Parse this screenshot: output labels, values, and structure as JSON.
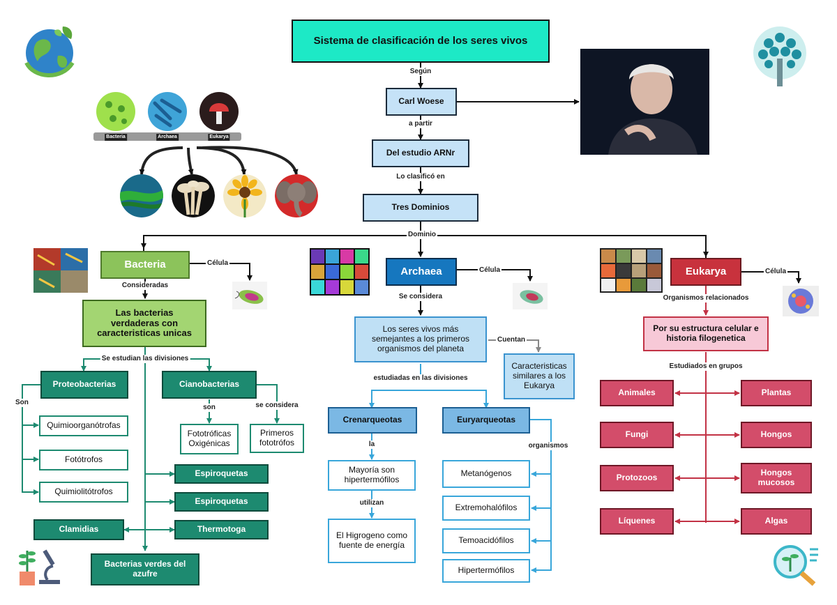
{
  "title": "Sistema de clasificación de los seres vivos",
  "woese": "Carl Woese",
  "arn": "Del  estudio ARNr",
  "tres": "Tres Dominios",
  "connectors": {
    "segun": "Según",
    "apartir": "a partir",
    "loclasifico": "Lo clasificó en",
    "dominio": "Dominio",
    "celula1": "Célula",
    "celula2": "Célula",
    "celula3": "Célula",
    "consideradas": "Consideradas",
    "seestudian": "Se estudian las divisiones",
    "son1": "Son",
    "son2": "son",
    "seconsidera1": "se considera",
    "seconsidera2": "Se considera",
    "cuentan": "Cuentan",
    "estudiadas": "estudiadas en las divisiones",
    "la": "la",
    "utilizan": "utilizan",
    "organismos": "organismos",
    "orgrel": "Organismos relacionados",
    "estudiados": "Estudiados en grupos"
  },
  "bacteria": {
    "name": "Bacteria",
    "desc": "Las bacterias verdaderas con caracteristicas unicas",
    "proteo": "Proteobacterias",
    "ciano": "Cianobacterias",
    "quimioorg": "Quimioorganótrofas",
    "foto": "Fotótrofos",
    "quimiolito": "Quimiolitótrofos",
    "fotoxi": "Fototróficas Oxigénicas",
    "primeros": "Primeros fototrófos",
    "espiro1": "Espiroquetas",
    "espiro2": "Espiroquetas",
    "clamidias": "Clamidias",
    "thermo": "Thermotoga",
    "verdes": "Bacterias verdes del azufre"
  },
  "archaea": {
    "name": "Archaea",
    "desc": "Los seres vivos más semejantes a los primeros organismos del planeta",
    "caract": "Caracteristicas similares a los Eukarya",
    "crena": "Crenarqueotas",
    "eurya": "Euryarqueotas",
    "mayoria": "Mayoría son hipertermófilos",
    "hidrogeno": "El Higrogeno como fuente de energía",
    "metano": "Metanógenos",
    "extremo": "Extremohalófilos",
    "termo": "Temoacidófilos",
    "hiper": "Hipertermófilos"
  },
  "eukarya": {
    "name": "Eukarya",
    "desc": "Por su estructura celular e historia filogenetica",
    "animales": "Animales",
    "plantas": "Plantas",
    "fungi": "Fungi",
    "hongos": "Hongos",
    "protozoos": "Protozoos",
    "mucosos": "Hongos mucosos",
    "liquenes": "Líquenes",
    "algas": "Algas"
  },
  "domain_strip": [
    "Bacteria",
    "Archaea",
    "Eukarya"
  ],
  "icons": [
    "earth-leaf-icon",
    "tree-icon",
    "plant-microscope-icon",
    "magnifier-plant-icon"
  ],
  "colors": {
    "title": "#1de9c6",
    "bacteria": "#8cc35b",
    "teal": "#1d8a70",
    "archaea": "#1677bf",
    "eukarya": "#c8323d",
    "eukarya_group": "#d34d6a"
  }
}
